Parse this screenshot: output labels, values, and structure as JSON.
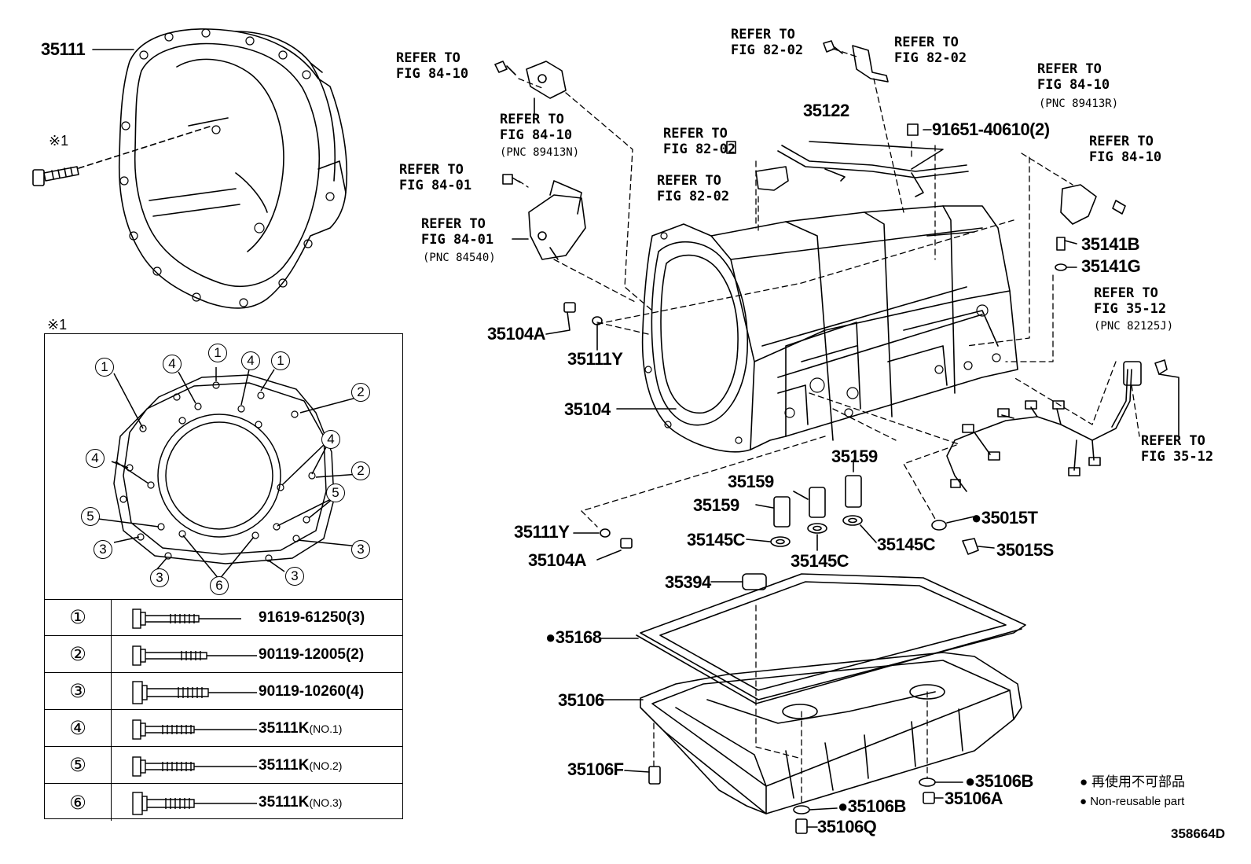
{
  "labels": {
    "p35111": "35111",
    "mark1": "※1",
    "mark1b": "※1",
    "p35104A_top": "35104A",
    "p35111Y_top": "35111Y",
    "p35104": "35104",
    "p35122": "35122",
    "p91651": "91651-40610(2)",
    "p35141B": "35141B",
    "p35141G": "35141G",
    "p35159_a": "35159",
    "p35159_b": "35159",
    "p35159_c": "35159",
    "p35145C_a": "35145C",
    "p35145C_b": "35145C",
    "p35145C_c": "35145C",
    "p35111Y_bot": "35111Y",
    "p35104A_bot": "35104A",
    "p35015T": "●35015T",
    "p35015S": "35015S",
    "p35394": "35394",
    "p35168": "●35168",
    "p35106": "35106",
    "p35106F": "35106F",
    "p35106B_r": "●35106B",
    "p35106A": "35106A",
    "p35106B_c": "●35106B",
    "p35106Q": "35106Q",
    "fig_id": "358664D"
  },
  "refs": {
    "r1": "REFER TO\nFIG 84-10",
    "r2": "REFER TO\nFIG 84-10",
    "r2_pnc": "(PNC 89413N)",
    "r3": "REFER TO\nFIG 84-01",
    "r4": "REFER TO\nFIG 84-01",
    "r4_pnc": "(PNC 84540)",
    "r5": "REFER TO\nFIG 82-02",
    "r6": "REFER TO\nFIG 82-02",
    "r7": "REFER TO\nFIG 82-02",
    "r8": "REFER TO\nFIG 82-02",
    "r9": "REFER TO\nFIG 84-10",
    "r9_pnc": "(PNC 89413R)",
    "r10": "REFER TO\nFIG 84-10",
    "r11": "REFER TO\nFIG 35-12",
    "r11_pnc": "(PNC 82125J)",
    "r12": "REFER TO\nFIG 35-12"
  },
  "legend": {
    "rows": [
      {
        "num": "①",
        "part": "91619-61250",
        "qty": "(3)"
      },
      {
        "num": "②",
        "part": "90119-12005",
        "qty": "(2)"
      },
      {
        "num": "③",
        "part": "90119-10260",
        "qty": "(4)"
      },
      {
        "num": "④",
        "part": "35111K",
        "qty": "(NO.1)"
      },
      {
        "num": "⑤",
        "part": "35111K",
        "qty": "(NO.2)"
      },
      {
        "num": "⑥",
        "part": "35111K",
        "qty": "(NO.3)"
      }
    ],
    "circles": [
      "1",
      "4",
      "1",
      "4",
      "1",
      "2",
      "4",
      "4",
      "2",
      "5",
      "5",
      "3",
      "3",
      "3",
      "3",
      "6"
    ]
  },
  "notes": {
    "ja": "● 再使用不可部品",
    "en": "● Non-reusable part"
  }
}
